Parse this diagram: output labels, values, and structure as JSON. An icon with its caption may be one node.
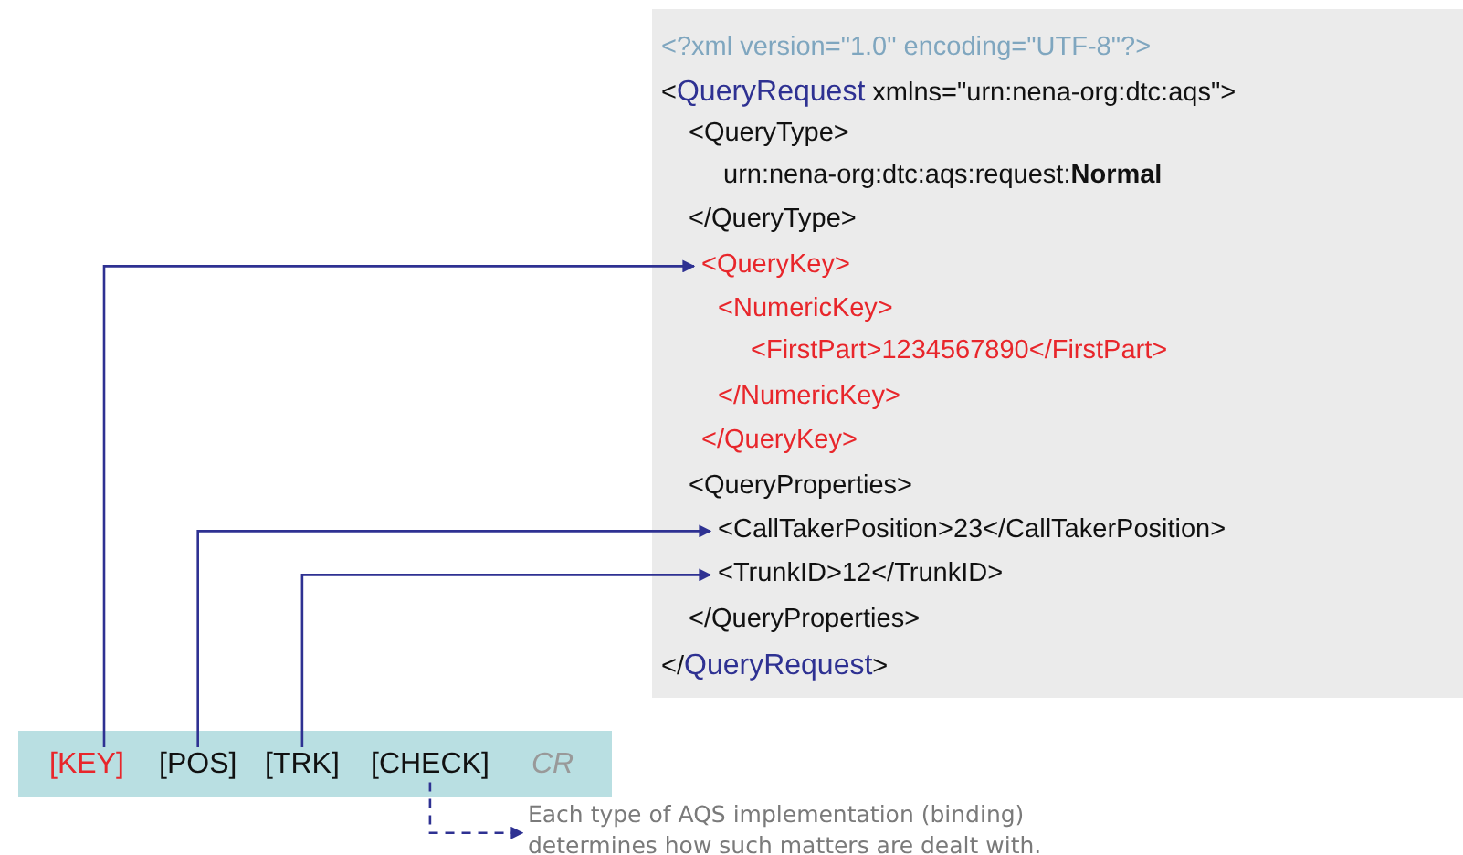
{
  "diagram": {
    "nodes": [
      {
        "text": [],
        "shape": "box"
      },
      {
        "text": [
          "<?xml version=\"1.0\" encoding=\"UTF-8\"?>"
        ],
        "in": 0
      },
      {
        "text": [
          "<**QueryRequest** xmlns=\"urn:nena-org:dtc:aqs\">"
        ],
        "in": 0
      },
      {
        "text": [
          "<QueryType>"
        ],
        "in": 0
      },
      {
        "text": [
          "urn:nena-org:dtc:aqs:request:**Normal**"
        ],
        "in": 0
      },
      {
        "text": [
          "</QueryType>"
        ],
        "in": 0
      },
      {
        "text": [
          "<QueryKey>"
        ],
        "in": 0
      },
      {
        "text": [
          "<NumericKey>"
        ],
        "in": 0
      },
      {
        "text": [
          "<FirstPart>1234567890</FirstPart>"
        ],
        "in": 0
      },
      {
        "text": [
          "</NumericKey>"
        ],
        "in": 0
      },
      {
        "text": [
          "</QueryKey>"
        ],
        "in": 0
      },
      {
        "text": [
          "<QueryProperties>"
        ],
        "in": 0
      },
      {
        "text": [
          "<CallTakerPosition>23</CallTakerPosition>"
        ],
        "in": 0
      },
      {
        "text": [
          "<TrunkID>12</TrunkID>"
        ],
        "in": 0
      },
      {
        "text": [
          "</QueryProperties>"
        ],
        "in": 0
      },
      {
        "text": [
          "</**QueryRequest**>"
        ],
        "in": 0
      },
      {
        "text": [],
        "shape": "box"
      },
      {
        "text": [
          "[KEY]"
        ],
        "in": 16
      },
      {
        "text": [
          "[POS]"
        ],
        "in": 16
      },
      {
        "text": [
          "[TRK]"
        ],
        "in": 16
      },
      {
        "text": [
          "[CHECK]"
        ],
        "in": 16
      },
      {
        "text": [
          "CR"
        ],
        "in": 16
      },
      {
        "text": [
          "Each type of AQS implementation (binding) determines how such matters are dealt with."
        ]
      }
    ],
    "edges": [
      {
        "from": 17,
        "to": 6,
        "arrow": "to"
      },
      {
        "from": 18,
        "to": 12,
        "arrow": "to"
      },
      {
        "from": 19,
        "to": 13,
        "arrow": "to"
      },
      {
        "from": 20,
        "to": 22,
        "arrow": "to",
        "style": "dashed"
      }
    ]
  }
}
